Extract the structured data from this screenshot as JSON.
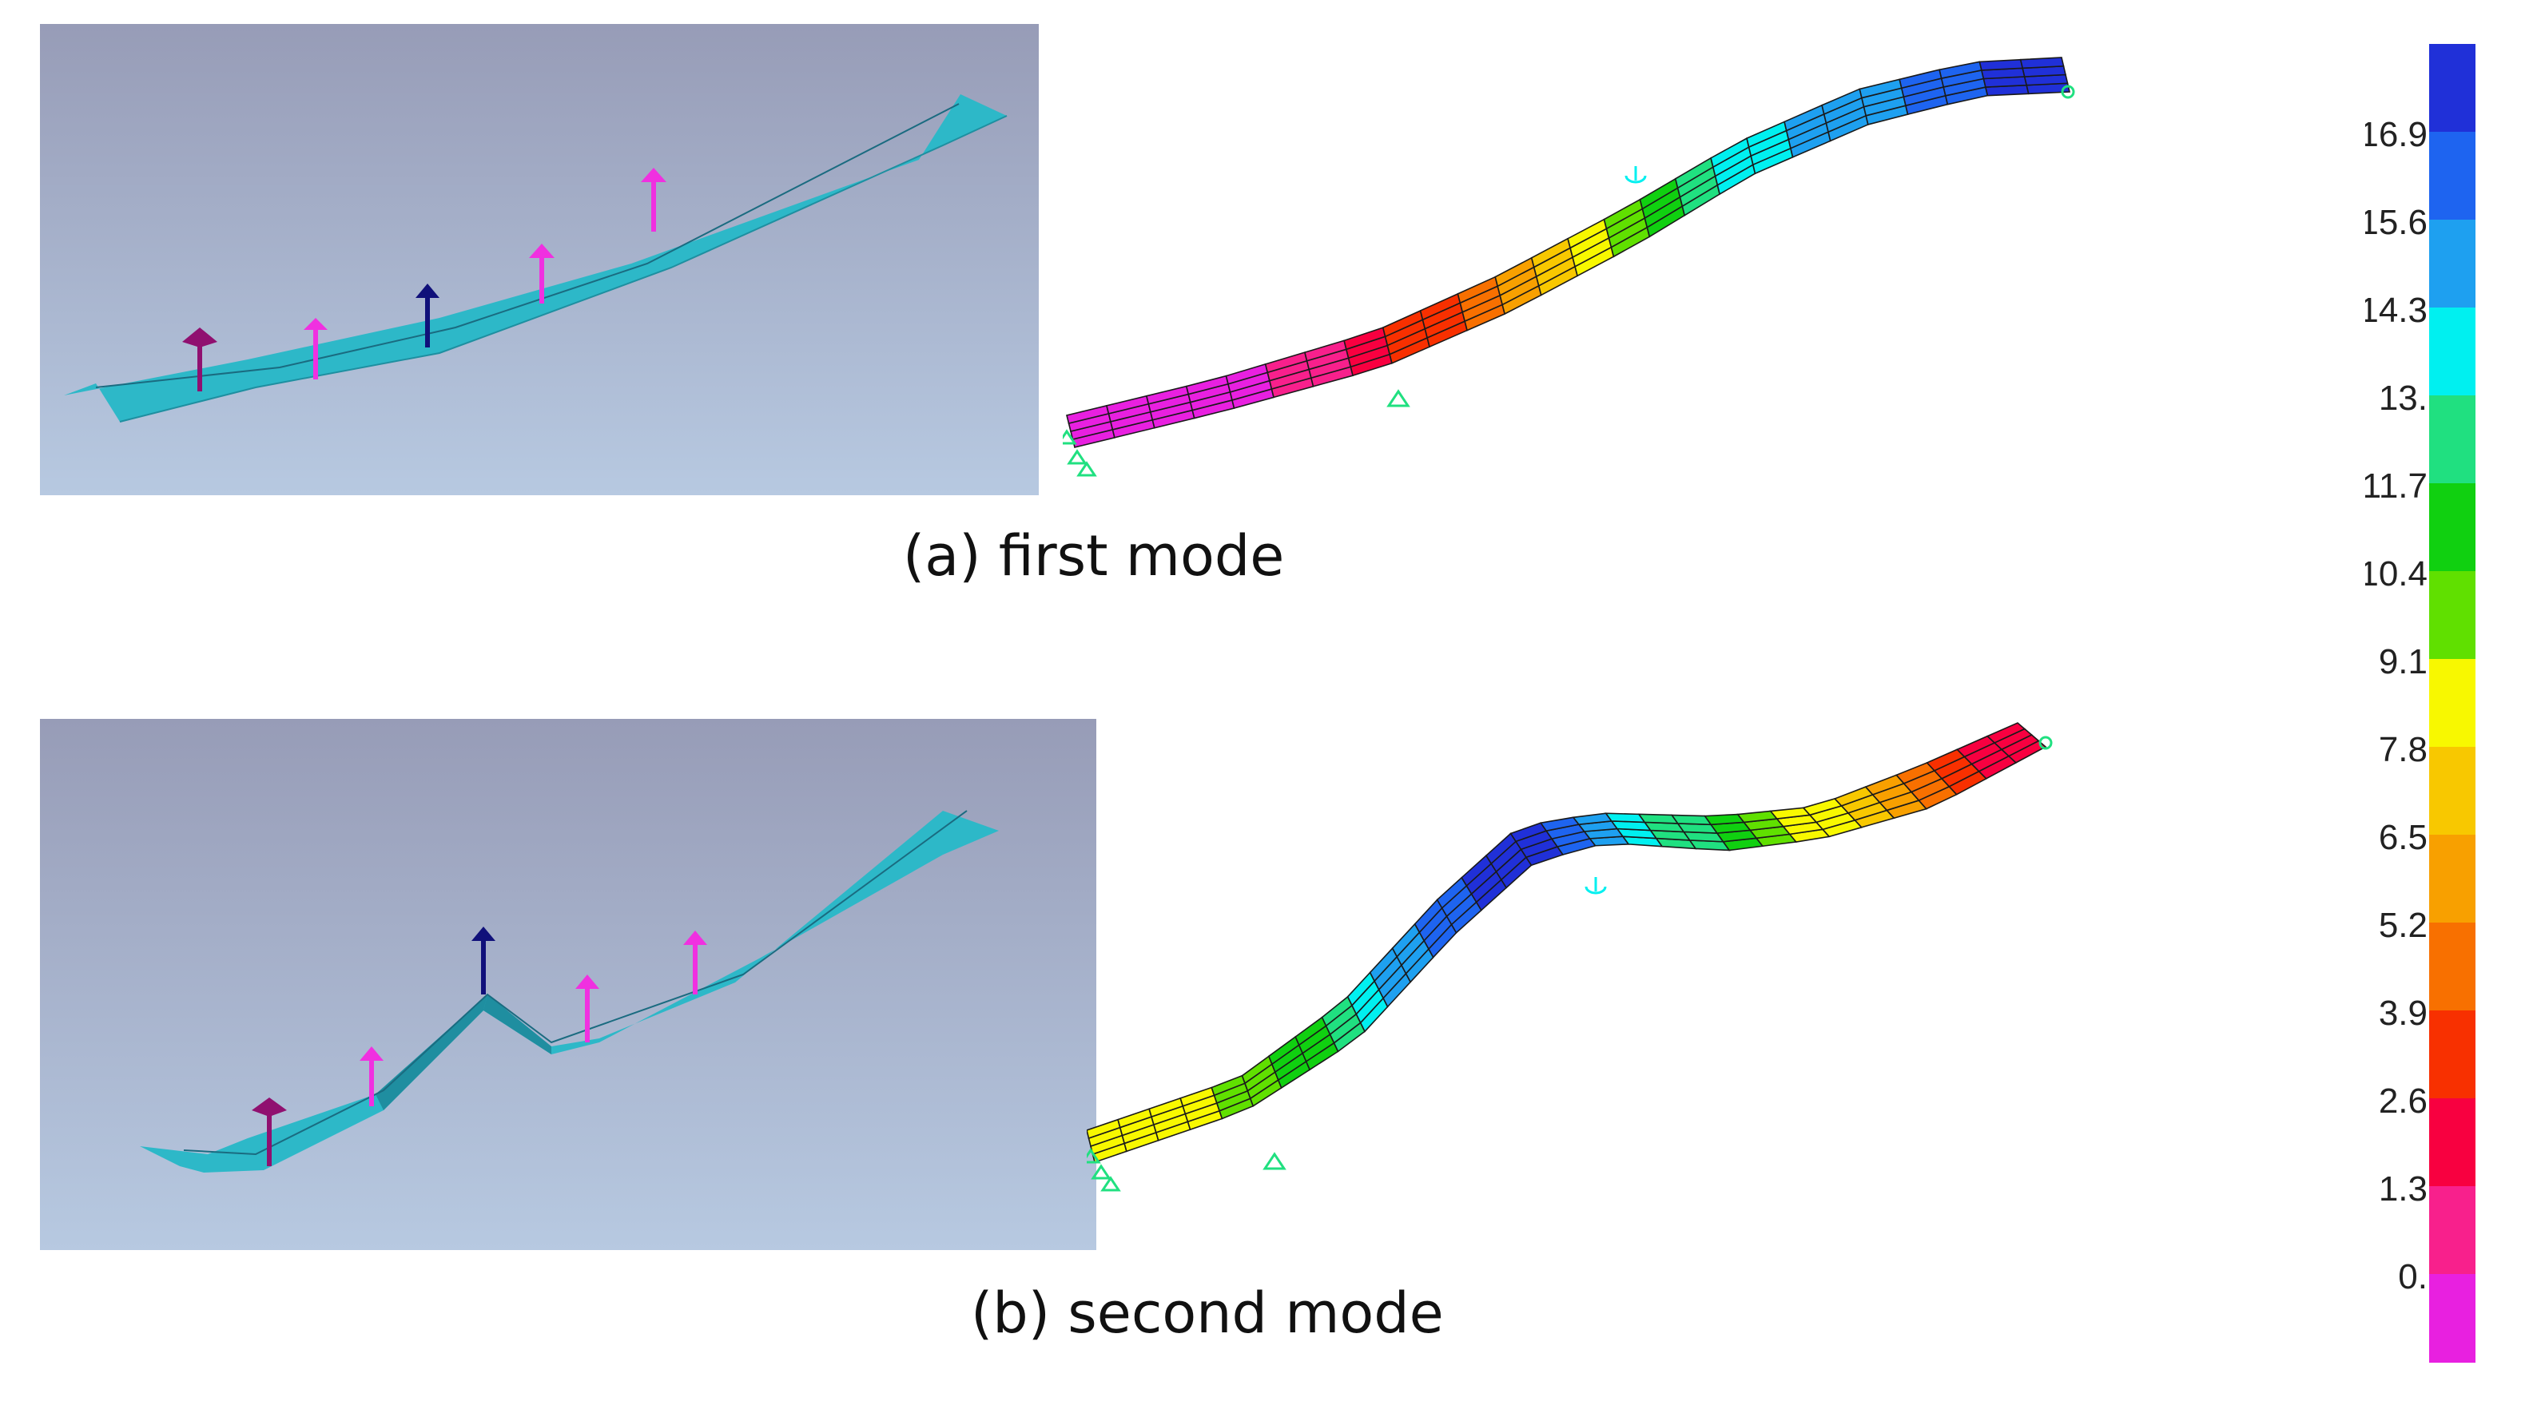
{
  "captions": {
    "first_mode": "(a) first mode",
    "second_mode": "(b) second mode"
  },
  "colorbar": {
    "labels": [
      "16.9",
      "15.6",
      "14.3",
      "13.",
      "11.7",
      "10.4",
      "9.1",
      "7.8",
      "6.5",
      "5.2",
      "3.9",
      "2.6",
      "1.3",
      "0."
    ],
    "colors": [
      "#2030d8",
      "#1e64f0",
      "#1ea0f0",
      "#00f0f0",
      "#20e080",
      "#10d010",
      "#60e000",
      "#f8f800",
      "#f8c800",
      "#f8a000",
      "#f87000",
      "#f83000",
      "#f80040",
      "#f8208c",
      "#e820e0"
    ]
  },
  "model_colors": {
    "deck": "#2db8c8",
    "pier_magenta": "#f030e0",
    "pier_purple": "#901070",
    "pier_navy": "#10107a",
    "support": "#18d060"
  }
}
